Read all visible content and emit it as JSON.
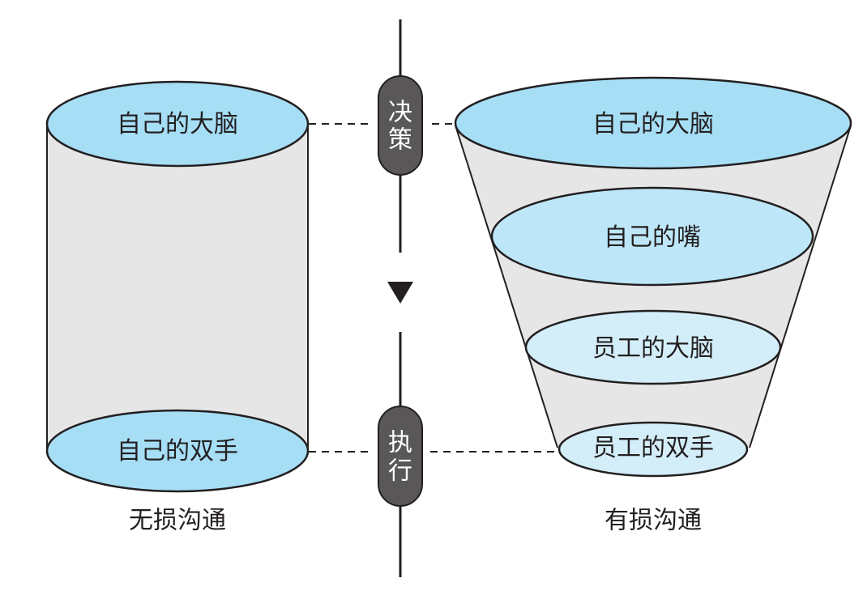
{
  "colors": {
    "ellipse_dark": "#a6def6",
    "ellipse_mid": "#bde7f8",
    "ellipse_light": "#d3eef9",
    "body_fill": "#e6e6e7",
    "stroke": "#231f20",
    "pill_fill": "#595757",
    "pill_text": "#ffffff"
  },
  "left_diagram": {
    "caption": "无损沟通",
    "top_label": "自己的大脑",
    "bottom_label": "自己的双手"
  },
  "right_diagram": {
    "caption": "有损沟通",
    "layers": [
      {
        "label": "自己的大脑"
      },
      {
        "label": "自己的嘴"
      },
      {
        "label": "员工的大脑"
      },
      {
        "label": "员工的双手"
      }
    ]
  },
  "center_axis": {
    "top_stage": {
      "line1": "决",
      "line2": "策"
    },
    "bottom_stage": {
      "line1": "执",
      "line2": "行"
    },
    "arrow_icon": "down-triangle-icon"
  }
}
